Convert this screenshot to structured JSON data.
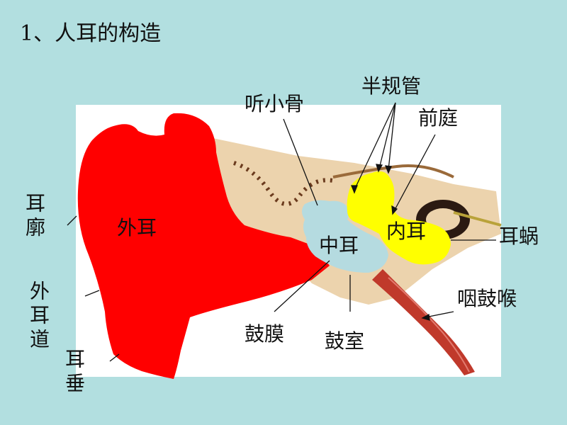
{
  "title": "1、人耳的构造",
  "labels": {
    "ossicles": "听小骨",
    "semicircular_canals": "半规管",
    "vestibule": "前庭",
    "auricle": "耳廓",
    "outer_ear": "外耳",
    "middle_ear": "中耳",
    "inner_ear": "内耳",
    "cochlea": "耳蜗",
    "ear_canal": "外耳道",
    "eustachian_tube": "咽鼓喉",
    "eardrum": "鼓膜",
    "tympanic_cavity": "鼓室",
    "earlobe": "耳垂"
  },
  "colors": {
    "background": "#b2dfe0",
    "outer_ear": "#ff0000",
    "middle_ear": "#b5dbe0",
    "inner_ear": "#ffff00",
    "bone": "#e8c9a0",
    "tube": "#c0392b"
  }
}
